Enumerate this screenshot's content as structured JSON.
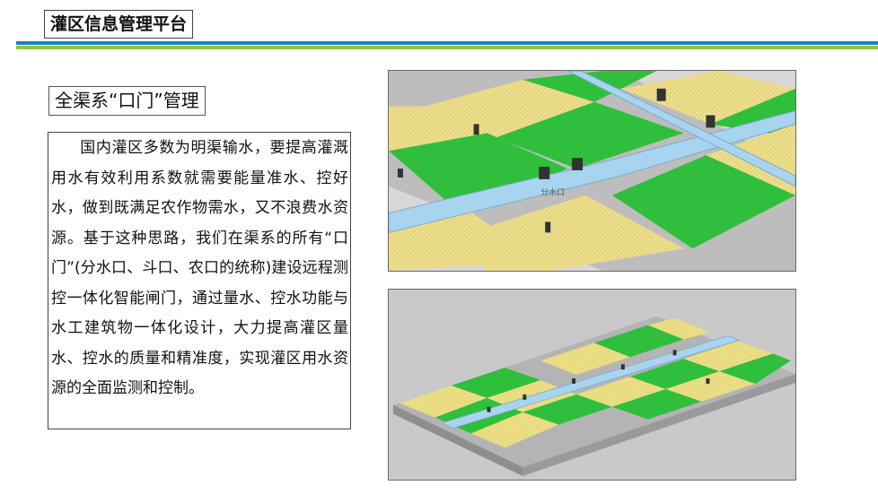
{
  "header": {
    "title": "灌区信息管理平台"
  },
  "colors": {
    "accent_blue": "#1f7ec3",
    "accent_green": "#8cc63f",
    "field_green": "#2fbf3c",
    "field_yellow": "#eedf8a",
    "canal_blue": "#a9d4ef"
  },
  "section": {
    "title": "全渠系“口门”管理",
    "body": "国内灌区多数为明渠输水，要提高灌溉用水有效利用系数就需要能量准水、控好水，做到既满足农作物需水，又不浪费水资源。基于这种思路，我们在渠系的所有“口门”(分水口、斗口、农口的统称)建设远程测控一体化智能闸门，通过量水、控水功能与水工建筑物一体化设计，大力提高灌区量水、控水的质量和精准度，实现灌区用水资源的全面监测和控制。"
  },
  "illustrations": {
    "top": {
      "canal_label": "分水口"
    }
  }
}
